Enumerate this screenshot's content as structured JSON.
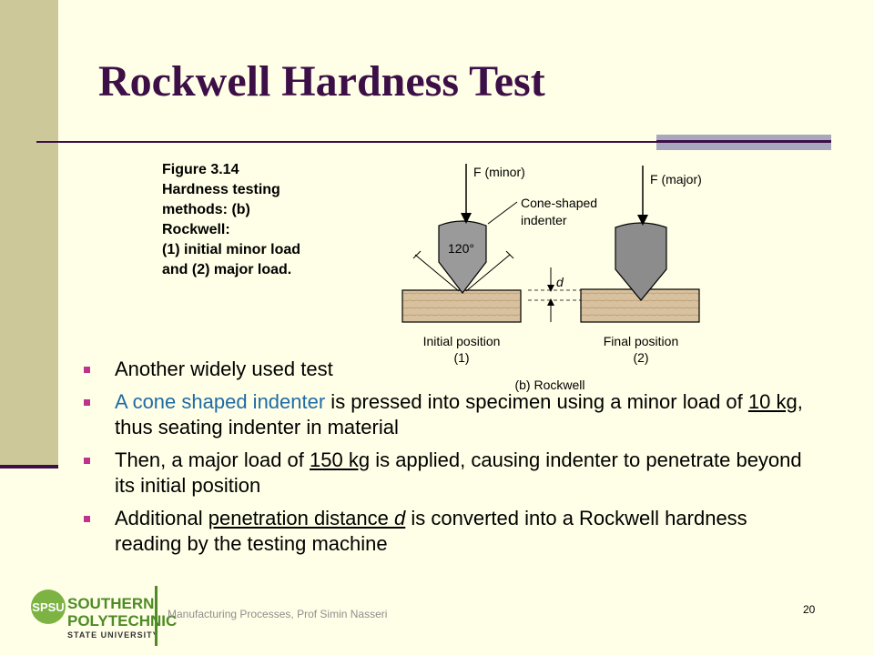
{
  "slide": {
    "title": "Rockwell Hardness Test",
    "caption_lines": [
      "Figure 3.14",
      "Hardness testing",
      "methods: (b)",
      "Rockwell:",
      "(1) initial minor load",
      "and (2) major load."
    ],
    "figure": {
      "f_minor": "F (minor)",
      "f_major": "F (major)",
      "cone_label_1": "Cone-shaped",
      "cone_label_2": "indenter",
      "angle": "120°",
      "d_label": "d",
      "initial_1": "Initial position",
      "initial_2": "(1)",
      "final_1": "Final position",
      "final_2": "(2)",
      "subcaption": "(b) Rockwell"
    },
    "bullets": [
      {
        "text": "Another widely used test"
      },
      {
        "highlight": "A cone shaped indenter",
        "pre": " is pressed into specimen using a minor load of ",
        "ul": "10 kg",
        "post": ", thus seating indenter in material"
      },
      {
        "pre": "Then, a major load of ",
        "ul": "150 kg",
        "post": " is applied, causing indenter to penetrate beyond its initial position"
      },
      {
        "pre": "Additional ",
        "ul": "penetration distance ",
        "ul_italic": "d",
        "post": " is converted into a Rockwell hardness reading by the testing machine"
      }
    ],
    "footer": "Manufacturing Processes, Prof Simin Nasseri",
    "page_number": "20",
    "logo": {
      "seal": "SPSU",
      "line1": "SOUTHERN",
      "line2": "POLYTECHNIC",
      "line3": "STATE UNIVERSITY"
    }
  },
  "colors": {
    "background": "#FFFFE7",
    "title": "#3D0F47",
    "sidebar": "#CCC899",
    "bullet": "#C0338C",
    "highlight": "#1F6BA5",
    "logo_green": "#4E8B26"
  }
}
